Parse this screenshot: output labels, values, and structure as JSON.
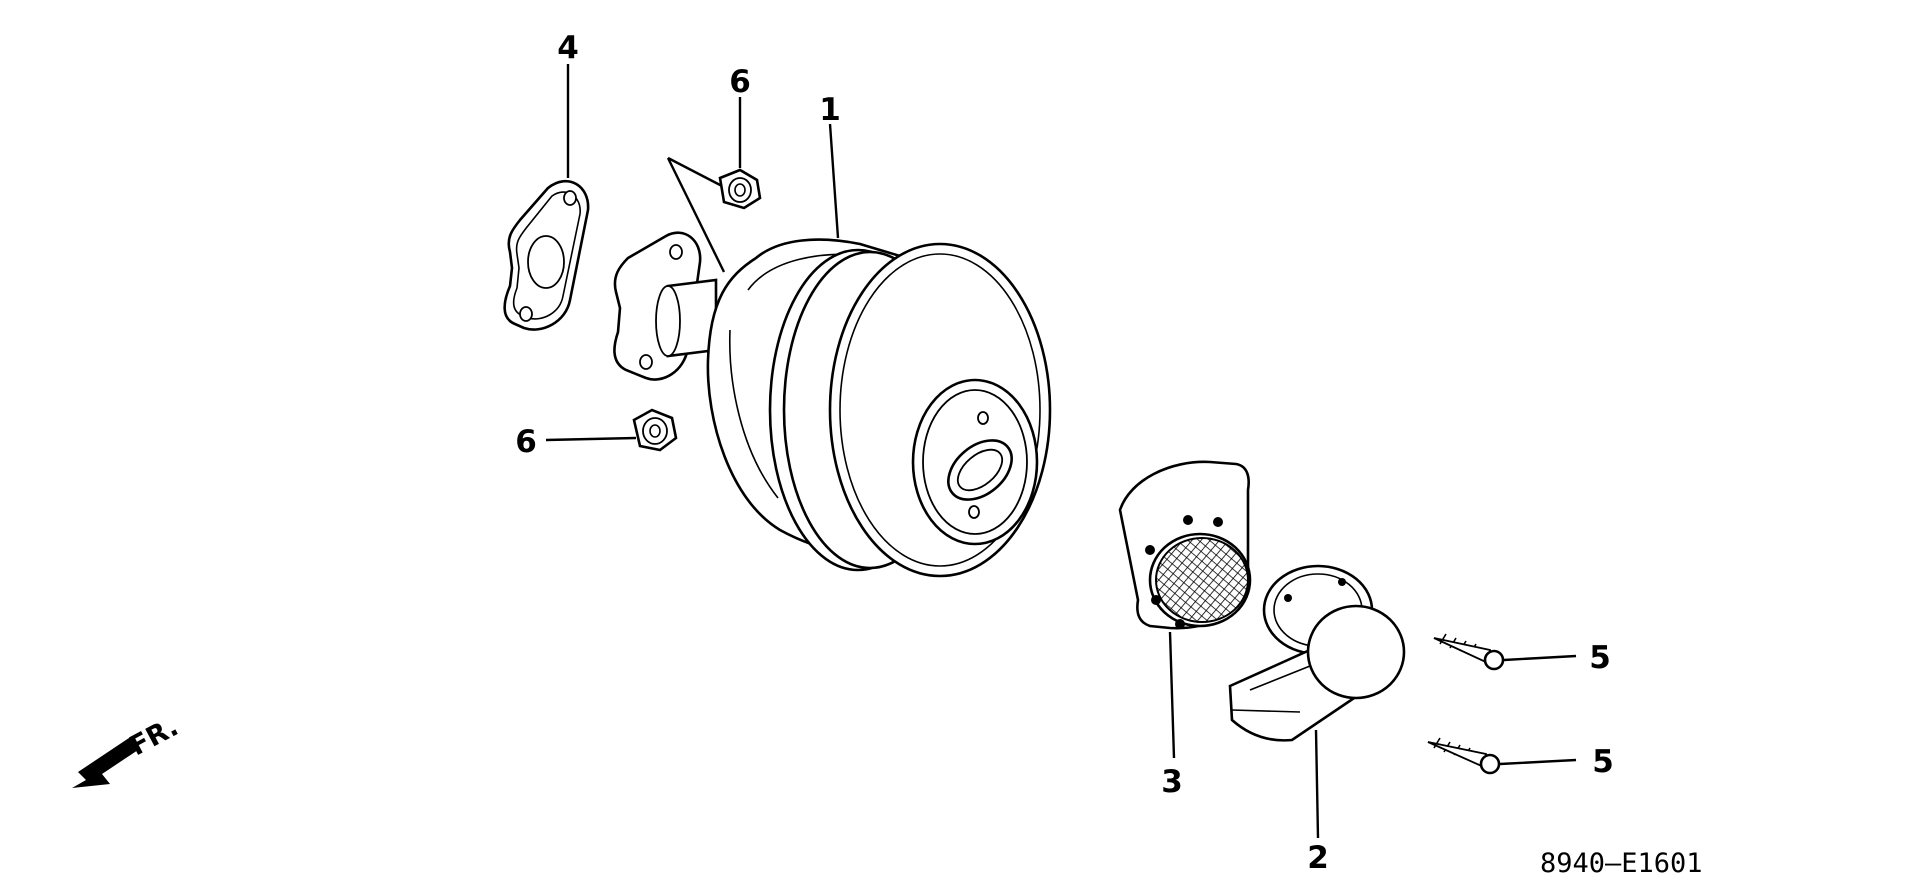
{
  "diagram": {
    "callouts": [
      {
        "id": "1",
        "label": "1"
      },
      {
        "id": "2",
        "label": "2"
      },
      {
        "id": "3",
        "label": "3"
      },
      {
        "id": "4",
        "label": "4"
      },
      {
        "id": "5a",
        "label": "5"
      },
      {
        "id": "5b",
        "label": "5"
      },
      {
        "id": "6a",
        "label": "6"
      },
      {
        "id": "6b",
        "label": "6"
      }
    ],
    "direction_label": "FR.",
    "diagram_code": "8940—E1601"
  }
}
